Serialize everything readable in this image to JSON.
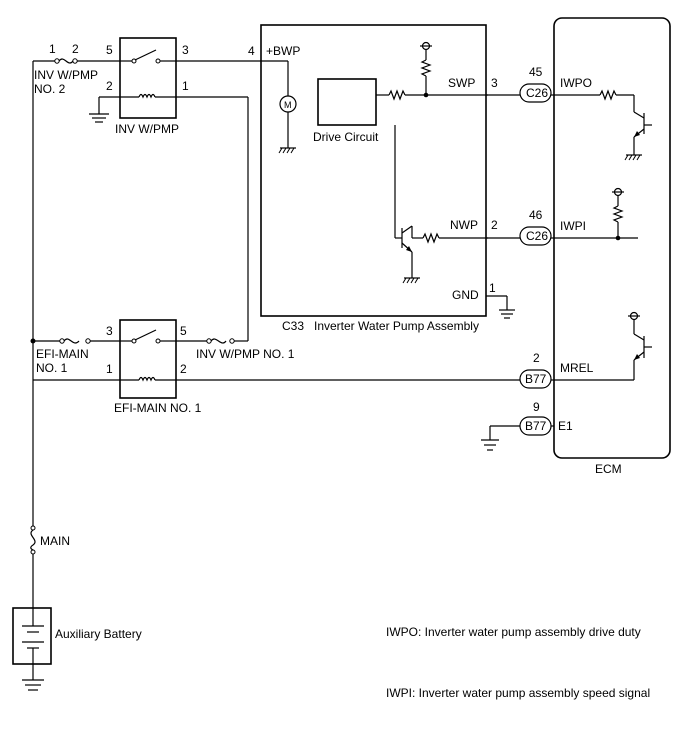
{
  "relays": {
    "inv_wpmp": {
      "label": "INV W/PMP",
      "pins": [
        "5",
        "3",
        "2",
        "1"
      ]
    },
    "efi_main": {
      "label": "EFI-MAIN NO. 1",
      "pins": [
        "3",
        "5",
        "1",
        "2"
      ]
    }
  },
  "fuses": {
    "inv_wpmp_no2": {
      "line1": "INV W/PMP",
      "line2": "NO. 2",
      "pin_a": "1",
      "pin_b": "2"
    },
    "efi_main_no1": {
      "line1": "EFI-MAIN",
      "line2": "NO. 1"
    },
    "inv_wpmp_no1": {
      "label": "INV W/PMP NO. 1"
    },
    "main": {
      "label": "MAIN"
    }
  },
  "battery": {
    "label": "Auxiliary Battery"
  },
  "pump_assembly": {
    "connector": "C33",
    "name": "Inverter Water Pump Assembly",
    "drive_circuit": "Drive Circuit",
    "motor": "M",
    "pins": [
      {
        "pin": "4",
        "signal": "+BWP"
      },
      {
        "pin": "3",
        "signal": "SWP"
      },
      {
        "pin": "2",
        "signal": "NWP"
      },
      {
        "pin": "1",
        "signal": "GND"
      }
    ]
  },
  "ecm": {
    "label": "ECM",
    "terminals": [
      {
        "pin": "45",
        "connector": "C26",
        "signal": "IWPO"
      },
      {
        "pin": "46",
        "connector": "C26",
        "signal": "IWPI"
      },
      {
        "pin": "2",
        "connector": "B77",
        "signal": "MREL"
      },
      {
        "pin": "9",
        "connector": "B77",
        "signal": "E1"
      }
    ]
  },
  "notes": [
    "IWPO: Inverter water pump assembly drive duty",
    "IWPI: Inverter water pump assembly speed signal"
  ]
}
